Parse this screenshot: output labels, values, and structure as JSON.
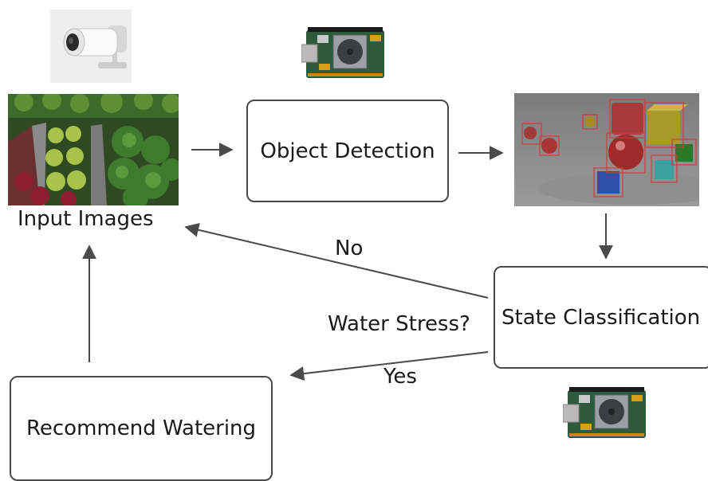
{
  "nodes": {
    "input_images": "Input Images",
    "object_detection": "Object Detection",
    "state_classification": "State Classification",
    "recommend_watering": "Recommend Watering"
  },
  "edge_labels": {
    "question": "Water Stress?",
    "no": "No",
    "yes": "Yes"
  },
  "images": {
    "camera": "security-camera-icon",
    "board_top": "edge-tpu-board-icon",
    "board_bottom": "edge-tpu-board-icon",
    "input_photo": "lettuce-field-photo",
    "detection_result": "detected-objects-render"
  },
  "colors": {
    "stroke": "#4a4a4a",
    "detection_box": "#d23a3a"
  }
}
